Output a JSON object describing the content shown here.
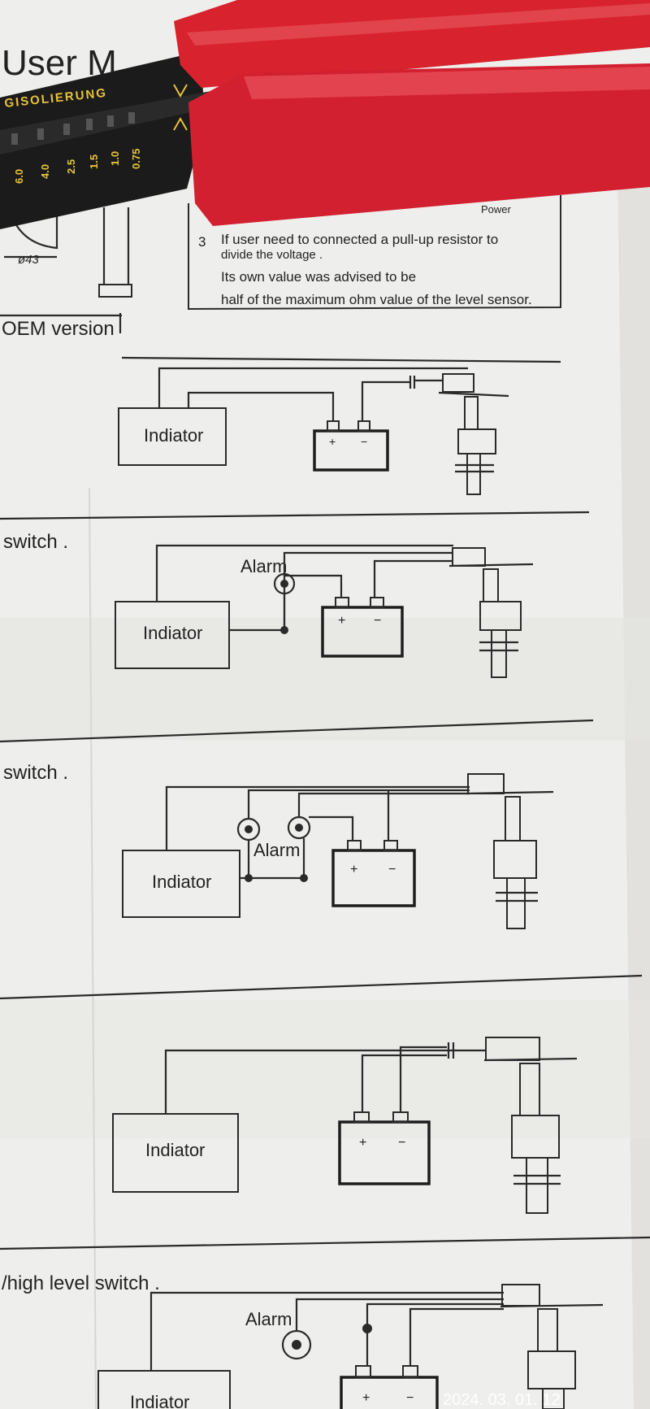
{
  "manual": {
    "header_fragment": "User M",
    "note_number": "3",
    "note_line1": "If user need to connected a pull-up resistor to",
    "note_line2": "divide the voltage .",
    "note_line3": "Its own value was advised to be",
    "note_line4": "half of the maximum ohm value of the level sensor.",
    "power_fragment": "Power",
    "dimension_label": "ø43"
  },
  "diagrams": [
    {
      "heading": "OEM version",
      "indicator_label": "Indiator",
      "alarm_label": ""
    },
    {
      "heading": "switch .",
      "indicator_label": "Indiator",
      "alarm_label": "Alarm"
    },
    {
      "heading": "switch .",
      "indicator_label": "Indiator",
      "alarm_label": "Alarm"
    },
    {
      "heading": "",
      "indicator_label": "Indiator",
      "alarm_label": ""
    },
    {
      "heading": "/high level switch .",
      "indicator_label": "Indiator",
      "alarm_label": "Alarm"
    }
  ],
  "battery": {
    "plus": "+",
    "minus": "−"
  },
  "tool": {
    "brand_text": "GISOLIERUNG",
    "gauge_sizes": [
      "6.0",
      "4.0",
      "2.5",
      "1.5",
      "1.0",
      "0.75"
    ],
    "colors": {
      "handle": "#d8232e",
      "body": "#1b1b1b",
      "print": "#e8c23a"
    }
  },
  "timestamp": "2024. 03. 01. 12",
  "colors": {
    "paper": "#eeeeec",
    "ink": "#2a2a2a",
    "wood": "#c9a25c"
  }
}
